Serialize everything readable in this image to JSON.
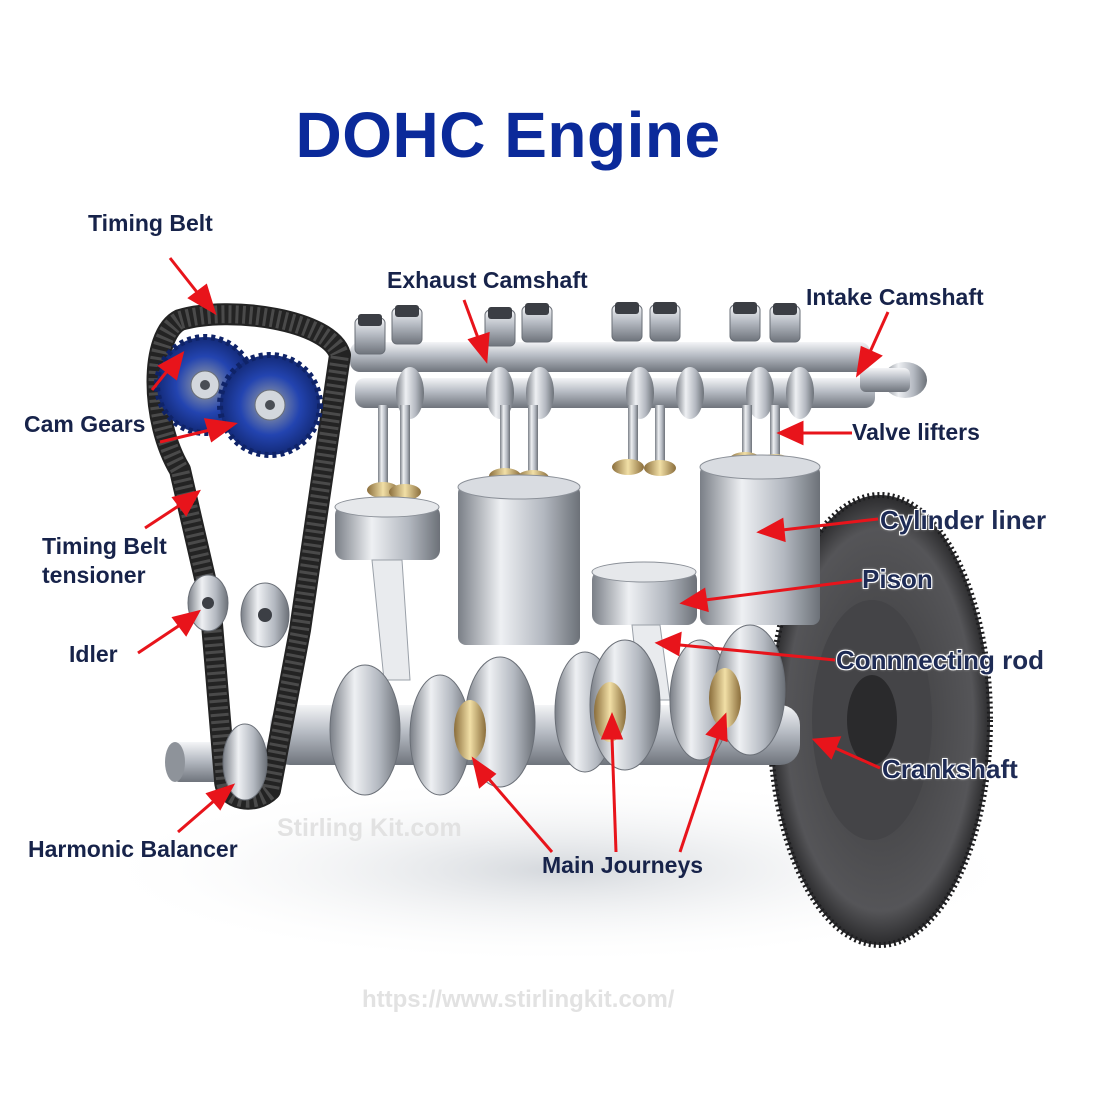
{
  "title": "DOHC Engine",
  "labels": {
    "timing_belt": "Timing Belt",
    "exhaust_camshaft": "Exhaust Camshaft",
    "intake_camshaft": "Intake Camshaft",
    "cam_gears": "Cam Gears",
    "valve_lifters": "Valve lifters",
    "cylinder_liner": "Cylinder liner",
    "timing_belt_tensioner_1": "Timing Belt",
    "timing_belt_tensioner_2": "tensioner",
    "pison": "Pison",
    "idler": "Idler",
    "connecting_rod": "Connnecting rod",
    "crankshaft": "Crankshaft",
    "harmonic_balancer": "Harmonic Balancer",
    "main_journeys": "Main Journeys"
  },
  "watermarks": {
    "brand": "Stirling Kit.com",
    "url": "https://www.stirlingkit.com/"
  },
  "colors": {
    "title": "#0b2a9a",
    "label": "#17234a",
    "arrow": "#e8141b",
    "gear_blue": "#1d3fa8",
    "belt": "#222222",
    "metal": "#b9bec6"
  }
}
